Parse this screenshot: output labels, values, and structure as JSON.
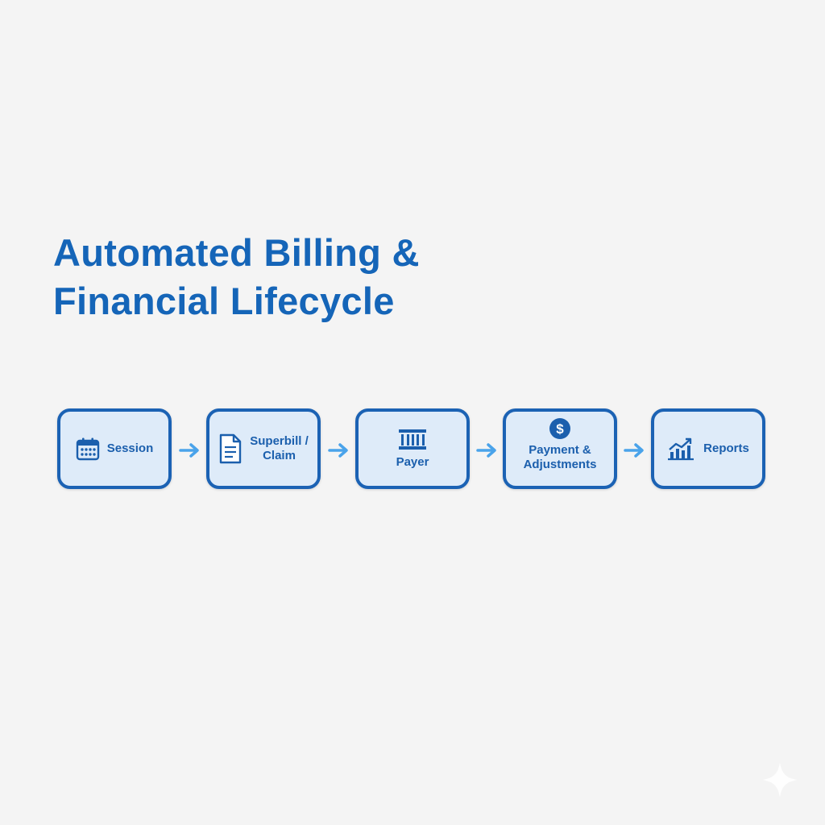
{
  "title": {
    "line1": "Automated Billing &",
    "line2": "Financial Lifecycle"
  },
  "steps": [
    {
      "label": "Session",
      "icon": "calendar-icon"
    },
    {
      "label_line1": "Superbill /",
      "label_line2": "Claim",
      "icon": "document-icon"
    },
    {
      "label": "Payer",
      "icon": "bank-icon"
    },
    {
      "label_line1": "Payment &",
      "label_line2": "Adjustments",
      "icon": "dollar-coin-icon"
    },
    {
      "label": "Reports",
      "icon": "chart-trend-icon"
    }
  ],
  "colors": {
    "title": "#1565b8",
    "border": "#1b62b4",
    "box_fill": "#deebf9",
    "arrow": "#4aa3ea",
    "background": "#f4f4f4"
  }
}
